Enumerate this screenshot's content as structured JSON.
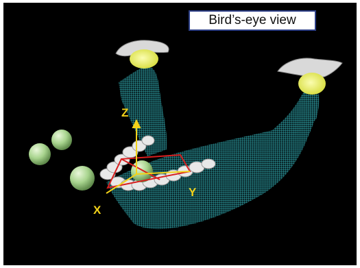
{
  "view_label": "Bird’s-eye view",
  "axes": {
    "x": "X",
    "y": "Y",
    "z": "Z"
  },
  "colors": {
    "background": "#000000",
    "mesh": "#2fb3b8",
    "teeth": "#e8e8e8",
    "condyle": "#e7ec6e",
    "spheres": "#a8d48e",
    "axis": "#f2d21a",
    "plane": "#d81f1f"
  }
}
